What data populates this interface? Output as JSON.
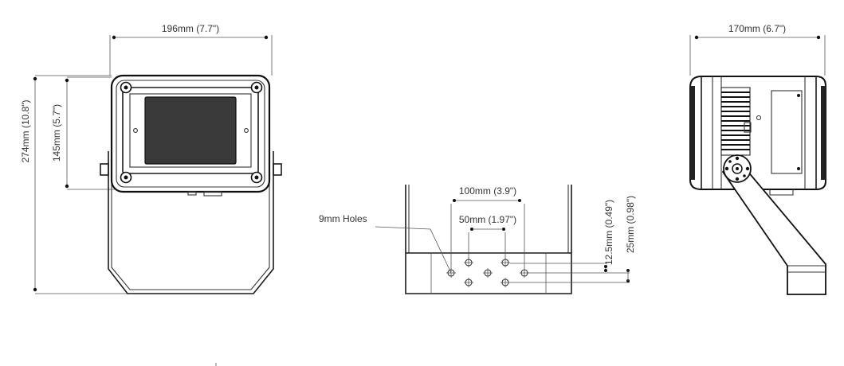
{
  "front_view": {
    "width_label": "196mm (7.7\")",
    "height_label": "274mm (10.8\")",
    "body_height_label": "145mm (5.7\")"
  },
  "side_view": {
    "depth_label": "170mm (6.7\")"
  },
  "bracket_view": {
    "holes_label": "9mm Holes",
    "spacing_outer_label": "100mm (3.9\")",
    "spacing_inner_label": "50mm (1.97\")",
    "offset_small_label": "12.5mm (0.49\")",
    "offset_large_label": "25mm (0.98\")"
  }
}
